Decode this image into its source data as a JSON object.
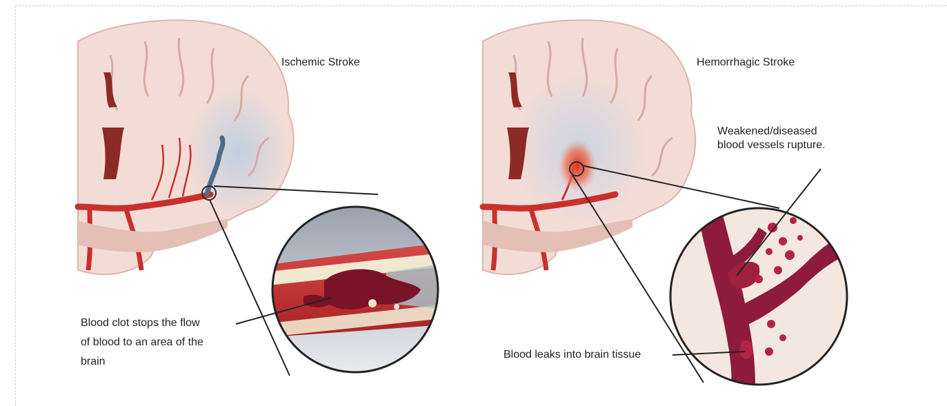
{
  "panels": {
    "ischemic": {
      "title": "Ischemic Stroke",
      "caption_lines": [
        "Blood clot stops the flow",
        "of blood to an area of the",
        "brain"
      ]
    },
    "hemorrhagic": {
      "title": "Hemorrhagic Stroke",
      "caption_top_lines": [
        "Weakened/diseased",
        "blood vessels rupture."
      ],
      "caption_bottom": "Blood leaks into brain tissue"
    }
  },
  "colors": {
    "brain": "#f3dcd6",
    "brain_shadow": "#e7c3bb",
    "artery": "#c9302c",
    "vessel_dark": "#8e1b3b",
    "ischemia_tint": "#c9d9ea",
    "frame_dash": "#c8c8c8"
  }
}
